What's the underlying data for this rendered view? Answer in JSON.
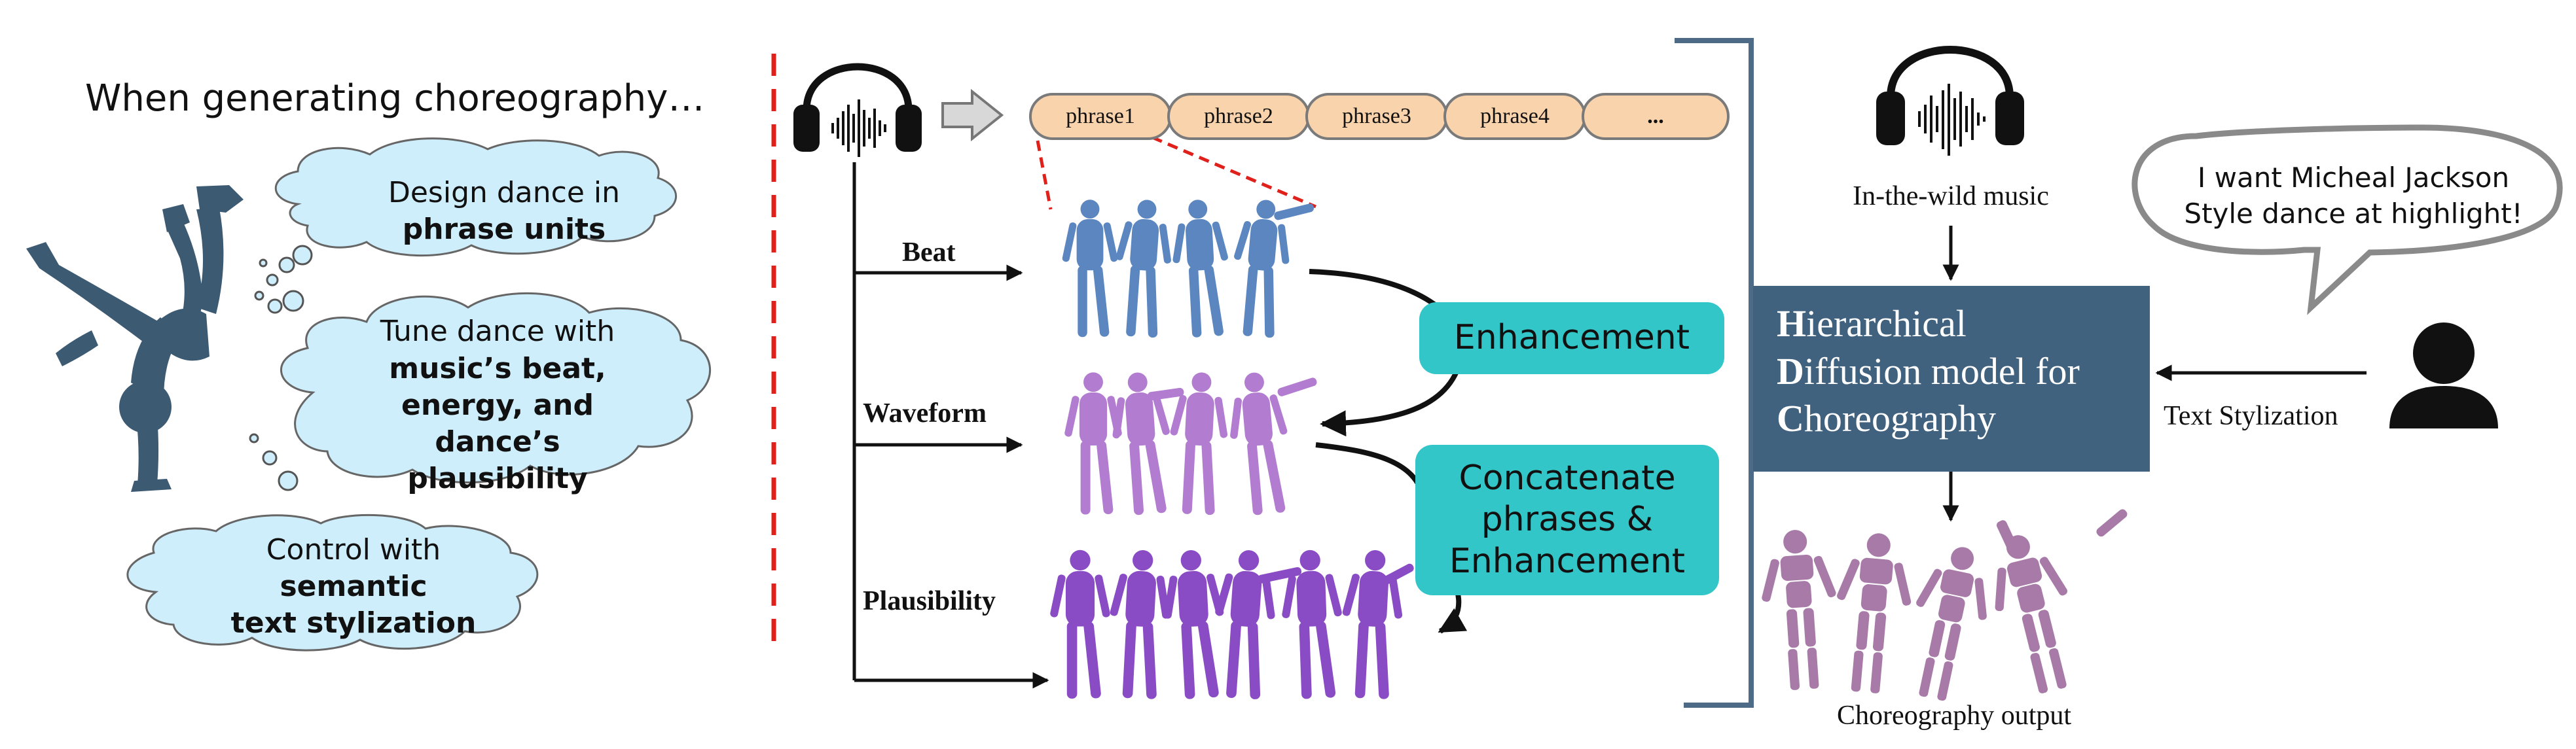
{
  "intro_text": "When generating choreography…",
  "clouds": [
    {
      "line1": "Design dance in",
      "line2": "phrase units"
    },
    {
      "line1": "Tune dance with",
      "line2": "music’s beat,",
      "line3": "energy, and",
      "line4": "dance’s plausibility"
    },
    {
      "line1": "Control with",
      "line2": "semantic",
      "line3": "text stylization"
    }
  ],
  "phrases": [
    "phrase1",
    "phrase2",
    "phrase3",
    "phrase4",
    "..."
  ],
  "branches": {
    "beat": "Beat",
    "waveform": "Waveform",
    "plausibility": "Plausibility"
  },
  "enhancement_label": "Enhancement",
  "concat_label": {
    "line1": "Concatenate",
    "line2": "phrases &",
    "line3": "Enhancement"
  },
  "in_the_wild_label": "In-the-wild music",
  "model": {
    "line1_cap": "H",
    "line1_rest": "ierarchical",
    "line2_cap": "D",
    "line2_rest": "iffusion model for",
    "line3_cap": "C",
    "line3_rest": "horeography"
  },
  "output_label": "Choreography output",
  "user_speech": {
    "line1": "I want Micheal Jackson",
    "line2": "Style dance at highlight!"
  },
  "text_stylization_label": "Text Stylization",
  "colors": {
    "cloud_fill": "#cfeefc",
    "phrase_fill": "#f9d3ac",
    "teal": "#33c6c8",
    "model_box": "#41627f",
    "dashed_red": "#e0201a",
    "bracket": "#4d6a86",
    "dancer_silhouette": "#3d5a73",
    "blue_figure": "#5b86c0",
    "lavender_figure": "#b27cd0",
    "purple_figure": "#8a4cc4",
    "output_figure": "#a77aa8"
  },
  "icons": [
    "headphones-icon",
    "right-arrow-icon",
    "person-icon",
    "breakdancer-silhouette"
  ]
}
